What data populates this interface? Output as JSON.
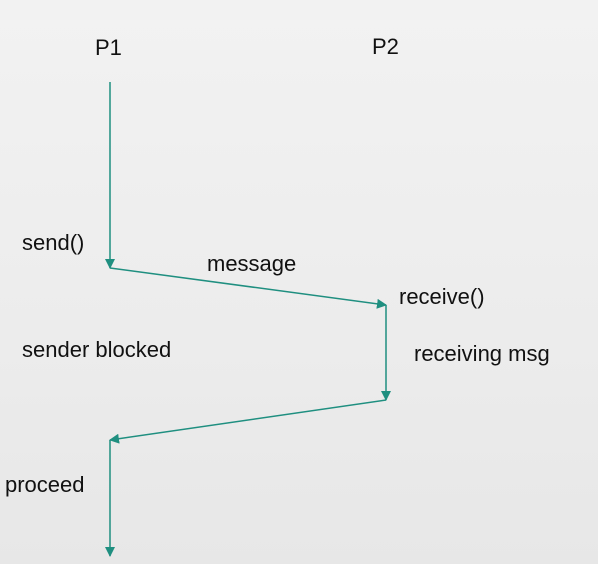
{
  "process_1": "P1",
  "process_2": "P2",
  "send_label": "send()",
  "message_label": "message",
  "receive_label": "receive()",
  "sender_blocked_label": "sender blocked",
  "receiving_label": "receiving msg",
  "proceed_label": "proceed",
  "arrow_color": "#1f8f80"
}
